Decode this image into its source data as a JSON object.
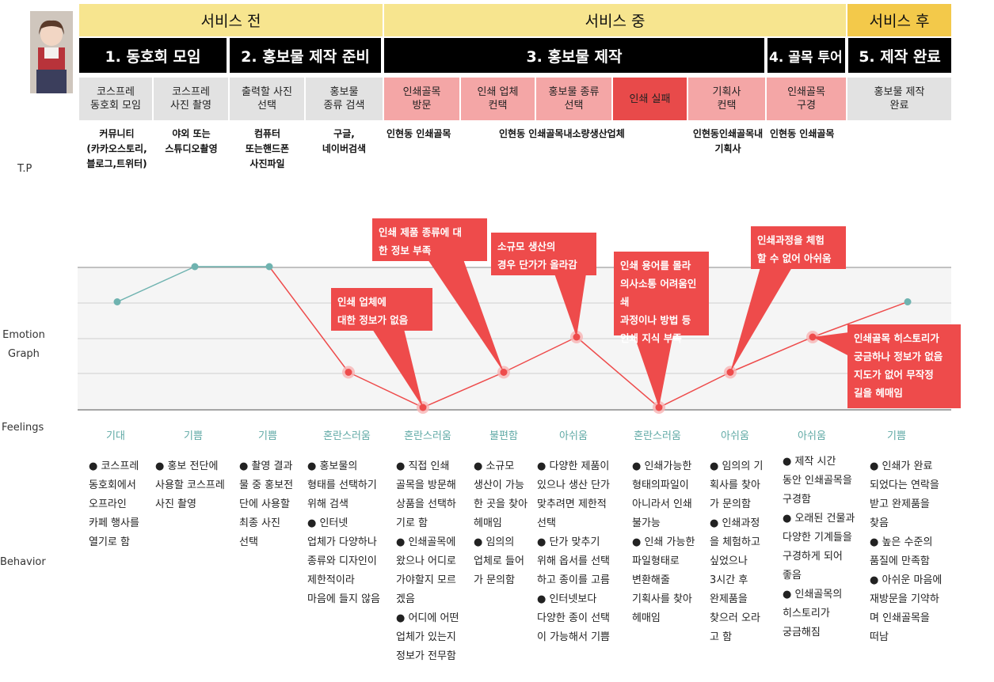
{
  "phases": [
    "서비스 전",
    "서비스 중",
    "서비스 후"
  ],
  "stages": [
    "1. 동호회 모임",
    "2. 홍보물 제작 준비",
    "3. 홍보물 제작",
    "4. 골목 투어",
    "5. 제작 완료"
  ],
  "steps": [
    "코스프레\n동호회 모임",
    "코스프레\n사진 촬영",
    "출력할 사진\n선택",
    "홍보물\n종류 검색",
    "인쇄골목\n방문",
    "인쇄 업체\n컨택",
    "홍보물 종류\n선택",
    "인쇄 실패",
    "기획사\n컨택",
    "인쇄골목\n구경",
    "홍보물 제작\n완료"
  ],
  "row_labels": {
    "tp": "T.P",
    "emotion": "Emotion\nGraph",
    "feelings": "Feelings",
    "behavior": "Behavior"
  },
  "touchpoints": [
    "커뮤니티\n(카카오스토리,\n블로그,트위터)",
    "야외 또는\n스튜디오촬영",
    "컴퓨터\n또는핸드폰\n사진파일",
    "구글,\n네이버검색",
    "인현동 인쇄골목",
    "인현동 인쇄골목내소량생산업체",
    "인현동인쇄골목내\n기획사",
    "인현동 인쇄골목"
  ],
  "emotion_levels": [
    3,
    4,
    4,
    1,
    0,
    1,
    2,
    0,
    1,
    2,
    3
  ],
  "callouts": [
    "인쇄 업체에\n대한 정보가 없음",
    "인쇄 제품 종류에 대\n한 정보 부족",
    "소규모 생산의\n경우 단가가 올라감",
    "인쇄 용어를 몰라\n의사소통 어려움인쇄\n과정이나 방법 등\n인쇄 지식 부족",
    "인쇄과정을 체험\n할 수 없어 아쉬움",
    "인쇄골목 히스토리가\n궁금하나 정보가 없음\n지도가 없어 무작정\n길을 헤매임"
  ],
  "feelings": [
    "기대",
    "기쁨",
    "기쁨",
    "혼란스러움",
    "혼란스러움",
    "불편함",
    "아쉬움",
    "혼란스러움",
    "아쉬움",
    "아쉬움",
    "기쁨"
  ],
  "behaviors": [
    "● 코스프레\n동호회에서\n오프라인\n카페 행사를\n열기로 함",
    "● 홍보 전단에\n사용할 코스프레\n사진 촬영",
    "● 촬영 결과\n물 중 홍보전\n단에 사용할\n최종 사진\n선택",
    "● 홍보물의\n형태를 선택하기\n위해 검색\n● 인터넷\n업체가 다양하나\n종류와 디자인이\n제한적이라\n 마음에 들지 않음",
    "● 직접 인쇄\n골목을 방문해\n상품을 선택하\n기로 함\n● 인쇄골목에\n왔으나 어디로\n가야할지 모르\n겠음\n● 어디에 어떤\n업체가 있는지\n정보가 전무함",
    "● 소규모\n생산이 가능\n한 곳을 찾아\n헤매임\n● 임의의\n업체로 들어\n가 문의함",
    "● 다양한 제품이\n있으나 생산 단가\n맞추려면 제한적\n선택\n● 단가 맞추기\n위해 옵서를 선택\n하고 종이를 고름\n● 인터넷보다\n다양한 종이 선택\n이 가능해서 기쁨",
    "● 인쇄가능한\n형태의파일이\n아니라서 인쇄\n불가능\n● 인쇄 가능한\n파일형태로\n변환해줄\n기획사를 찾아\n헤매임",
    "● 임의의 기\n획사를 찾아\n가 문의함\n● 인쇄과정\n을 체험하고\n싶었으나\n3시간 후\n완제품을\n찾으러 오라\n고 함",
    "● 제작 시간\n동안 인쇄골목을\n구경함\n● 오래된 건물과\n다양한 기계들을\n구경하게 되어\n좋음\n● 인쇄골목의\n히스토리가\n궁금해짐",
    "● 인쇄가 완료\n되었다는 연락을\n받고 완제품을\n찾음\n● 높은 수준의\n품질에 만족함\n● 아쉬운 마음에\n재방문을 기약하\n며 인쇄골목을\n떠남"
  ],
  "colors": {
    "phase": "#f7e58f",
    "phase_after": "#f3c94a",
    "stage_bg": "#000000",
    "step_gray": "#e2e2e2",
    "step_pink": "#f4a6a6",
    "step_red": "#e84a4a",
    "positive": "#6fb3b0",
    "negative": "#ee4b4b",
    "feeling_text": "#5fa9a5"
  }
}
